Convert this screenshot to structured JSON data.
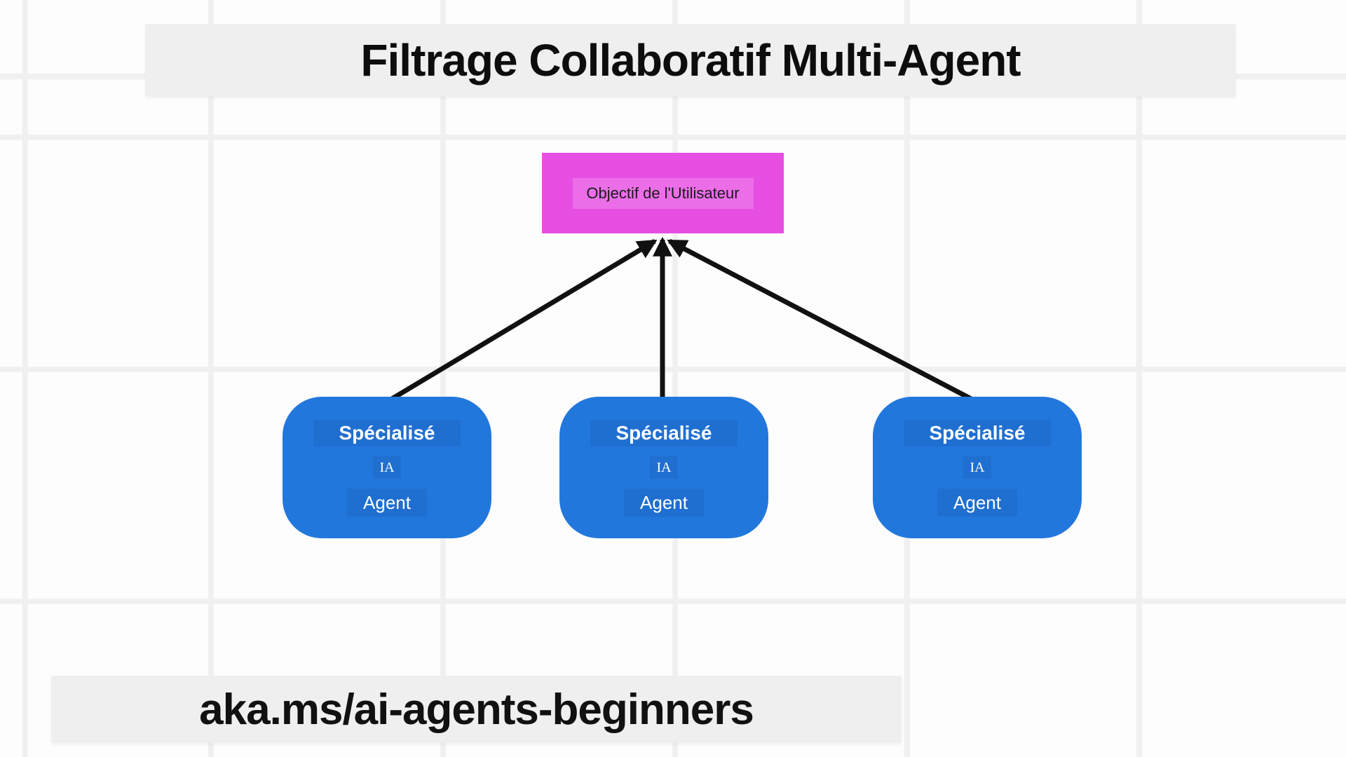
{
  "title": "Filtrage Collaboratif Multi-Agent",
  "footer": {
    "link": "aka.ms/ai-agents-beginners"
  },
  "diagram": {
    "goal_node": {
      "label": "Objectif de l'Utilisateur"
    },
    "agent_nodes": [
      {
        "qualifier": "Spécialisé",
        "domain": "IA",
        "role": "Agent"
      },
      {
        "qualifier": "Spécialisé",
        "domain": "IA",
        "role": "Agent"
      },
      {
        "qualifier": "Spécialisé",
        "domain": "IA",
        "role": "Agent"
      }
    ]
  },
  "colors": {
    "goal_node_bg": "#e74fe3",
    "agent_node_bg": "#2277dd",
    "label_band_bg": "#efefef",
    "arrow": "#111111",
    "grid_line": "#f0f0f0"
  }
}
